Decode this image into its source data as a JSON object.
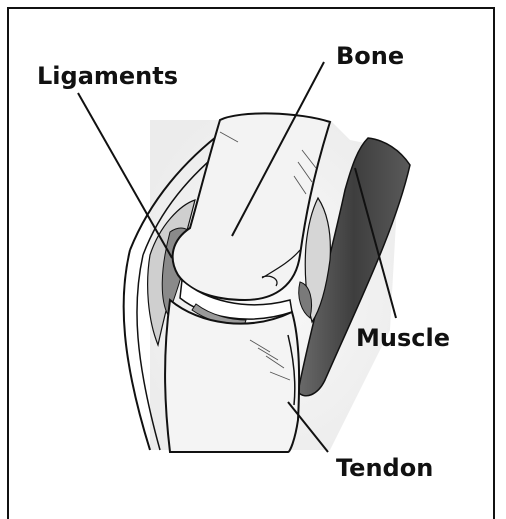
{
  "labels": {
    "ligaments": "Ligaments",
    "bone": "Bone",
    "muscle": "Muscle",
    "tendon": "Tendon"
  },
  "colors": {
    "outline": "#111111",
    "ligament_fill": "#8a8a8a",
    "muscle_fill": "#4a4a4a",
    "bone_fill": "#efefef",
    "background_shade": "#e4e4e4"
  }
}
